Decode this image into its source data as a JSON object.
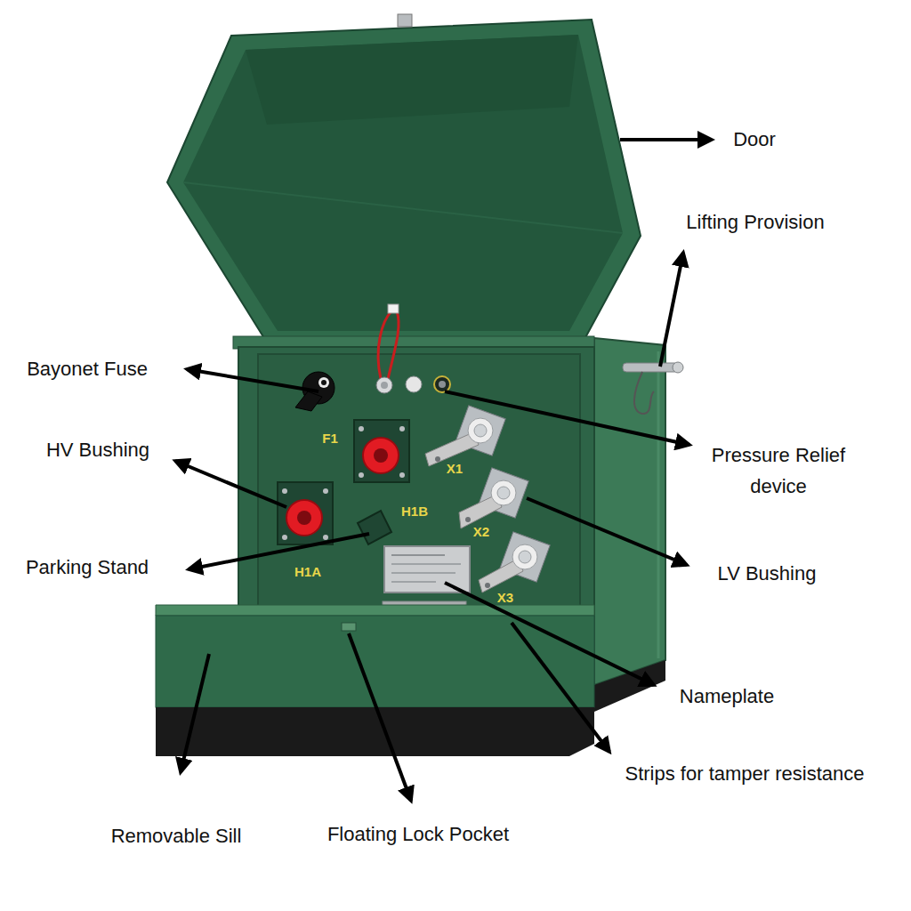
{
  "diagram": {
    "labels": [
      "Door",
      "Lifting Provision",
      "Bayonet Fuse",
      "F1",
      "H1B",
      "X1",
      "HV Bushing",
      "Pressure Relief device",
      "X2",
      "Parking Stand",
      "H1A",
      "LV Bushing",
      "X3",
      "Nameplate",
      "Strips for tamper resistance",
      "Removable Sill",
      "Floating Lock Pocket"
    ]
  }
}
